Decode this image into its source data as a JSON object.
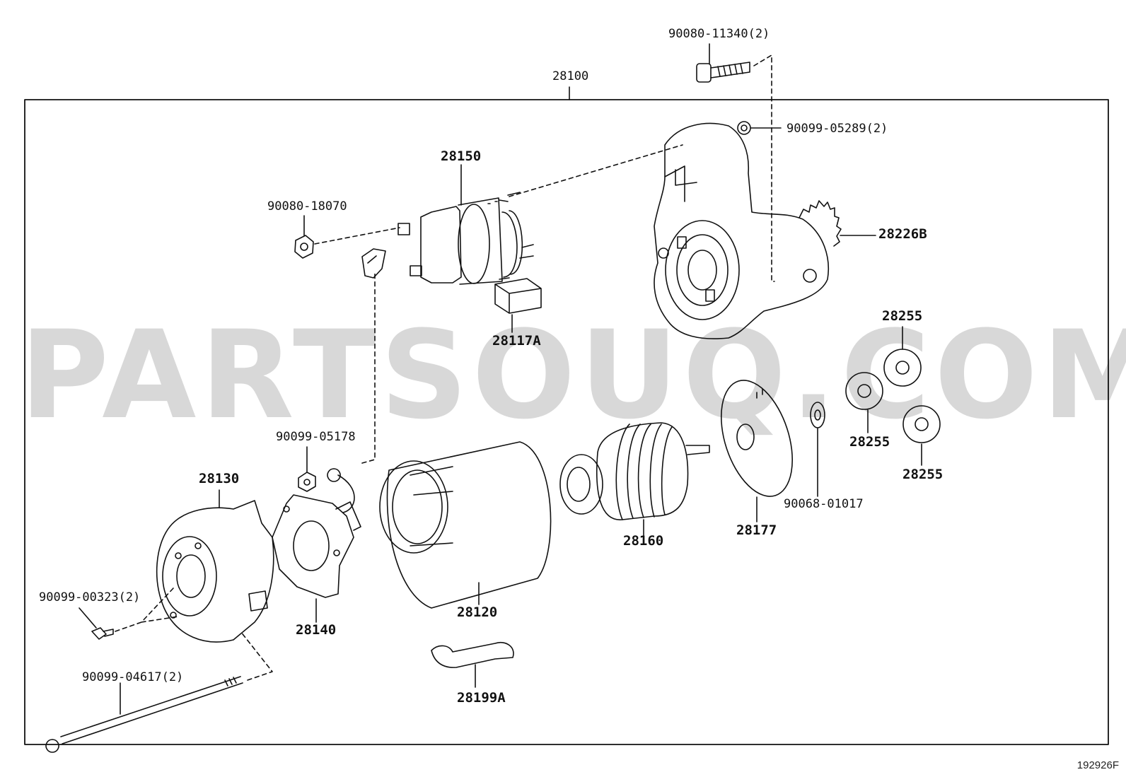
{
  "watermark": "PARTSOUQ.COM",
  "diagram_id": "192926F",
  "assembly_label": "28100",
  "parts": {
    "p90080_11340": "90080-11340(2)",
    "p90099_05289": "90099-05289(2)",
    "p28150": "28150",
    "p90080_18070": "90080-18070",
    "p28226B": "28226B",
    "p28117A": "28117A",
    "p28255_a": "28255",
    "p28255_b": "28255",
    "p28255_c": "28255",
    "p90099_05178": "90099-05178",
    "p28130": "28130",
    "p28160": "28160",
    "p28177": "28177",
    "p90068_01017": "90068-01017",
    "p90099_00323": "90099-00323(2)",
    "p28140": "28140",
    "p28120": "28120",
    "p90099_04617": "90099-04617(2)",
    "p28199A": "28199A"
  }
}
